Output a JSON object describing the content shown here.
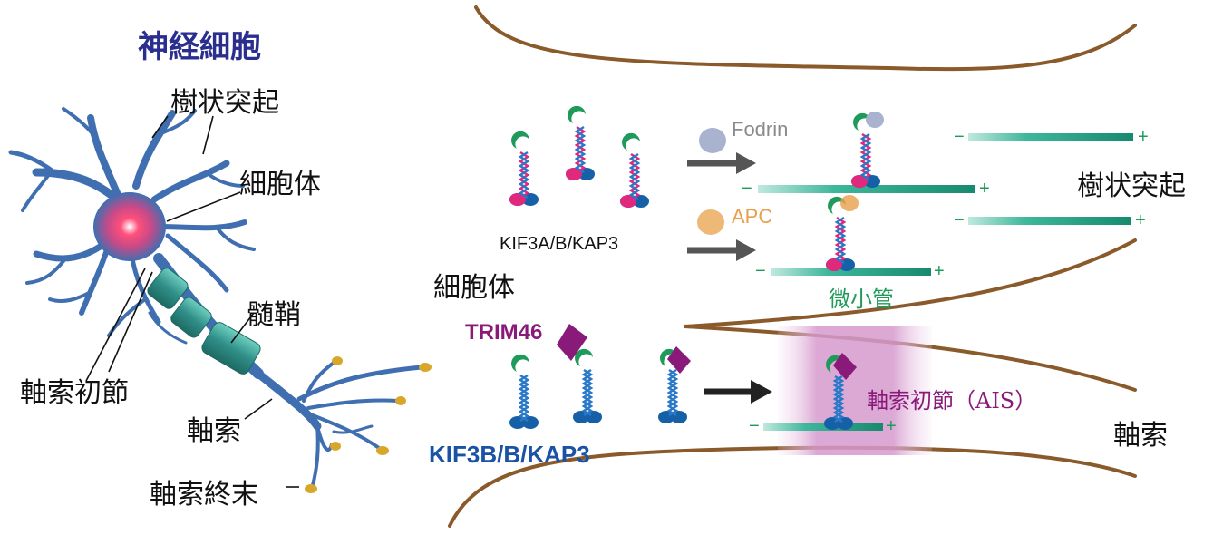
{
  "neuron_panel": {
    "title": "神経細胞",
    "dendrite": "樹状突起",
    "soma": "細胞体",
    "myelin": "髄鞘",
    "ais": "軸索初節",
    "axon": "軸索",
    "terminal": "軸索終末"
  },
  "transport_panel": {
    "kif3a_complex": "KIF3A/B/KAP3",
    "fodrin": "Fodrin",
    "apc": "APC",
    "soma": "細胞体",
    "microtubule": "微小管",
    "dendrite": "樹状突起",
    "trim46": "TRIM46",
    "ais_label": "軸索初節（AIS）",
    "axon": "軸索",
    "kif3b_complex": "KIF3B/B/KAP3",
    "minus": "−",
    "plus": "+"
  },
  "colors": {
    "title": "#2a2f8f",
    "neuron": "#3f6fb0",
    "myelin": "#2f8f88",
    "membrane": "#8a5a2b",
    "microtubule": "#2aa58f",
    "kif3a_tail": "#e0287d",
    "kif3b_tail": "#2a78c8",
    "trim46": "#8a1a7a",
    "apc": "#e8a04a",
    "fodrin": "#a9b3cf",
    "arrow_gray": "#555555",
    "arrow_black": "#222222",
    "kif3b_label": "#1a52a6"
  }
}
